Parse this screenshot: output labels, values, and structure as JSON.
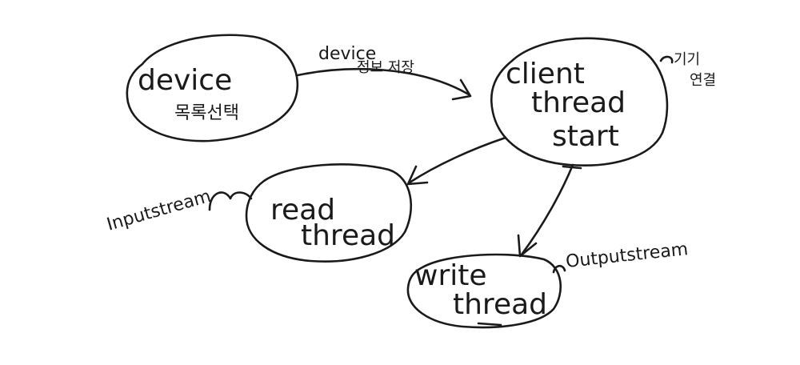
{
  "nodes": {
    "device": {
      "line1": "device",
      "line2": "목록선택"
    },
    "client": {
      "line1": "client",
      "line2": "thread",
      "line3": "start"
    },
    "read": {
      "line1": "read",
      "line2": "thread"
    },
    "write": {
      "line1": "write",
      "line2": "thread"
    }
  },
  "edges": {
    "device_to_client": {
      "line1": "device",
      "line2": "정보 저장"
    }
  },
  "annotations": {
    "client_side": {
      "line1": "기기",
      "line2": "연결"
    },
    "read_side": "Inputstream",
    "write_side": "Outputstream"
  },
  "colors": {
    "ink": "#1a1a1a",
    "background": "#ffffff"
  }
}
